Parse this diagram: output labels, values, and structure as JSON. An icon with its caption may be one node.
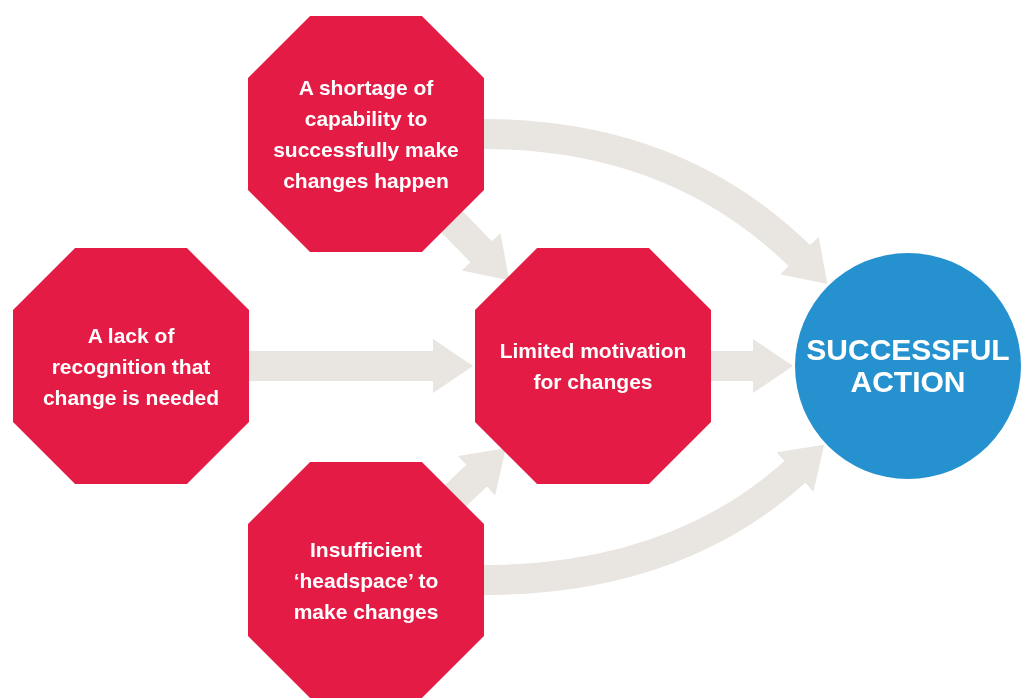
{
  "diagram": {
    "nodes": [
      {
        "text": [
          "A shortage of capability to successfully make changes happen"
        ]
      },
      {
        "text": [
          "A lack of recognition that change is needed"
        ]
      },
      {
        "text": [
          "Limited motivation for changes"
        ]
      },
      {
        "text": [
          "Insufficient ‘headspace’ to make changes"
        ]
      },
      {
        "text": [
          "SUCCESSFUL ACTION"
        ]
      }
    ],
    "edges": [
      {
        "from": 0,
        "to": 4,
        "arrow": "to"
      },
      {
        "from": 0,
        "to": 2,
        "arrow": "to"
      },
      {
        "from": 1,
        "to": 2,
        "arrow": "to"
      },
      {
        "from": 2,
        "to": 4,
        "arrow": "to"
      },
      {
        "from": 3,
        "to": 2,
        "arrow": "to"
      },
      {
        "from": 3,
        "to": 4,
        "arrow": "to"
      }
    ]
  }
}
